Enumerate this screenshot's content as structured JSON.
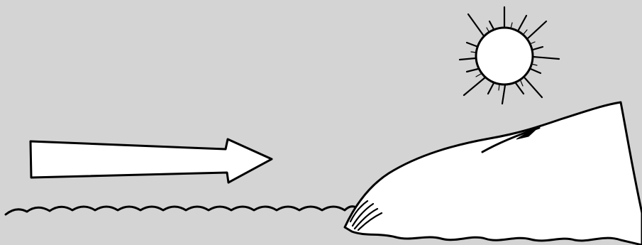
{
  "scene": {
    "background_color": "#d4d4d4",
    "ink_color": "#000000",
    "fill_color": "#ffffff",
    "elements": {
      "sun": "sun-icon",
      "arrow": "right-arrow",
      "water": "wavy-water-line",
      "landform": "hill"
    }
  }
}
